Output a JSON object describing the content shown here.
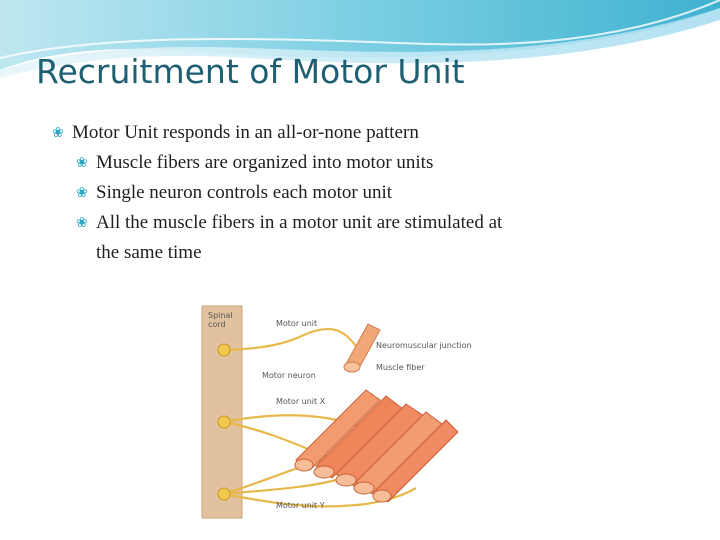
{
  "slide": {
    "title": "Recruitment of Motor Unit",
    "bullets": [
      {
        "level": 1,
        "text": "Motor Unit responds in an all-or-none pattern"
      },
      {
        "level": 2,
        "text": "Muscle fibers are organized into motor units"
      },
      {
        "level": 2,
        "text": "Single neuron controls each motor unit"
      },
      {
        "level": 2,
        "text": "All the muscle fibers in a motor unit are stimulated at",
        "continuation": "the same time"
      }
    ],
    "bullet_icon": "swirl-bullet-icon",
    "colors": {
      "title": "#1f5f72",
      "accent": "#2aa7c4",
      "text": "#1f1f1f"
    }
  },
  "figure": {
    "labels": {
      "spinal_cord": "Spinal\ncord",
      "motor_unit": "Motor unit",
      "nmj": "Neuromuscular junction",
      "muscle_fiber": "Muscle fiber",
      "motor_neuron": "Motor neuron",
      "motor_unit_x": "Motor unit X",
      "motor_unit_y": "Motor unit Y"
    }
  }
}
